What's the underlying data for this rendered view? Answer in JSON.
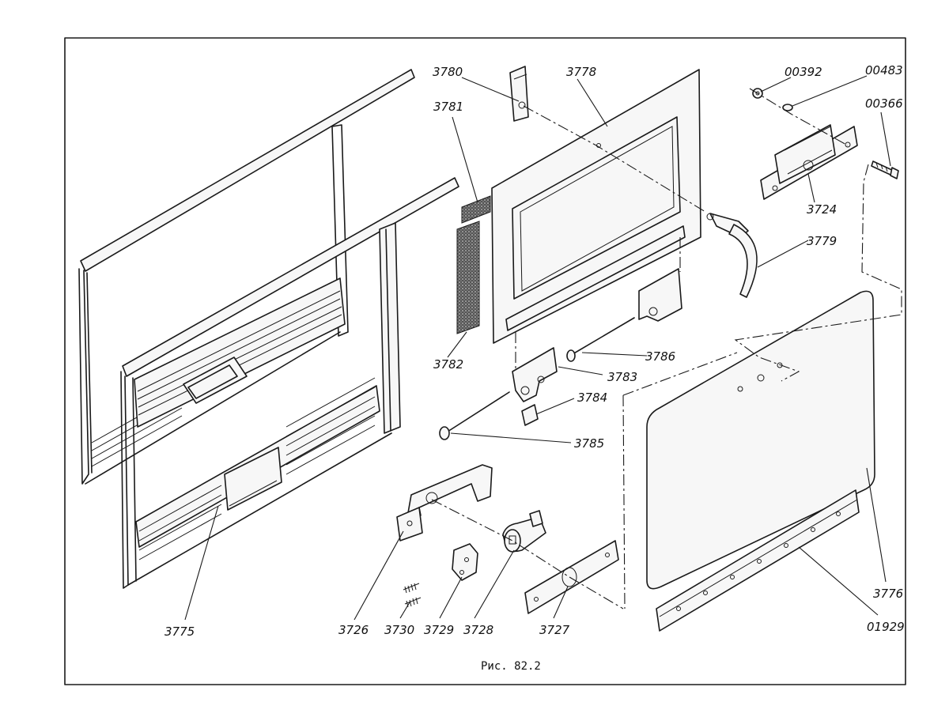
{
  "figure": {
    "caption": "Рис. 82.2",
    "callouts": [
      {
        "id": "c-3780",
        "label": "3780"
      },
      {
        "id": "c-3778",
        "label": "3778"
      },
      {
        "id": "c-00392",
        "label": "00392"
      },
      {
        "id": "c-00483",
        "label": "00483"
      },
      {
        "id": "c-00366",
        "label": "00366"
      },
      {
        "id": "c-3781",
        "label": "3781"
      },
      {
        "id": "c-3724",
        "label": "3724"
      },
      {
        "id": "c-3779",
        "label": "3779"
      },
      {
        "id": "c-3782",
        "label": "3782"
      },
      {
        "id": "c-3786",
        "label": "3786"
      },
      {
        "id": "c-3783",
        "label": "3783"
      },
      {
        "id": "c-3784",
        "label": "3784"
      },
      {
        "id": "c-3785",
        "label": "3785"
      },
      {
        "id": "c-3775",
        "label": "3775"
      },
      {
        "id": "c-3726",
        "label": "3726"
      },
      {
        "id": "c-3730",
        "label": "3730"
      },
      {
        "id": "c-3729",
        "label": "3729"
      },
      {
        "id": "c-3728",
        "label": "3728"
      },
      {
        "id": "c-3727",
        "label": "3727"
      },
      {
        "id": "c-3776",
        "label": "3776"
      },
      {
        "id": "c-01929",
        "label": "01929"
      }
    ]
  }
}
